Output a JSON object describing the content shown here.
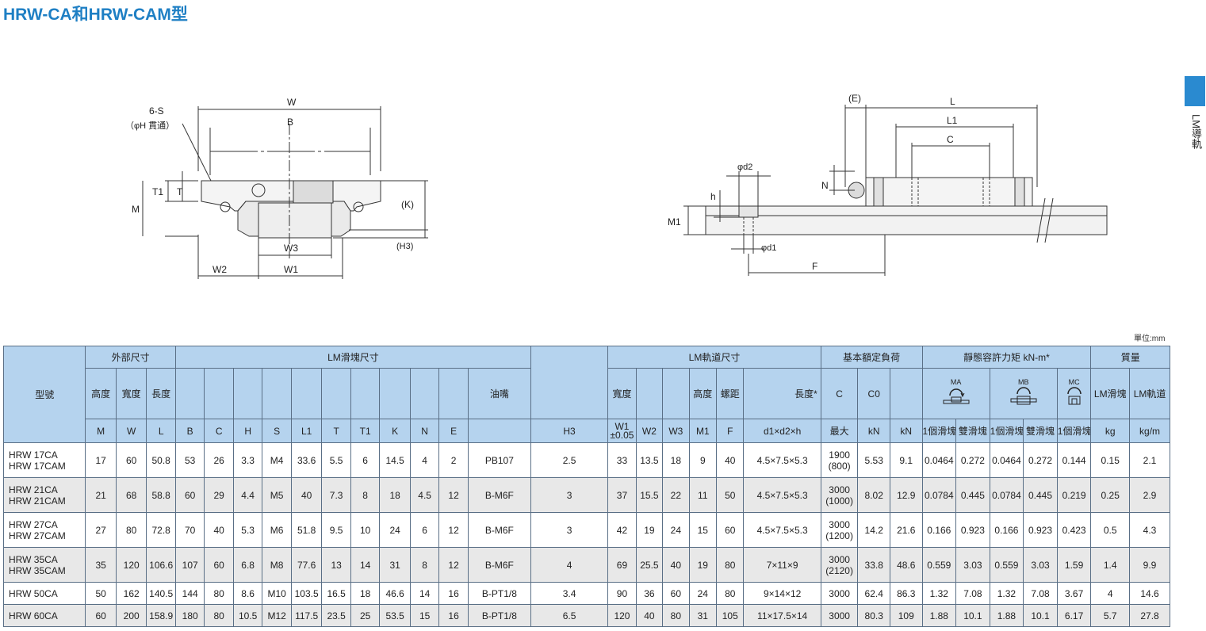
{
  "title": "HRW-CA和HRW-CAM型",
  "side_tab": "LM導軌",
  "unit": "單位:mm",
  "drawing_left": {
    "W": "W",
    "B": "B",
    "S": "6-S",
    "H_label": "（φH 貫通）",
    "T1": "T1",
    "T": "T",
    "M": "M",
    "K": "(K)",
    "H3": "(H3)",
    "W3": "W3",
    "W2": "W2",
    "W1": "W1"
  },
  "drawing_right": {
    "E": "(E)",
    "L": "L",
    "L1": "L1",
    "C": "C",
    "N": "N",
    "d2": "φd2",
    "h": "h",
    "M1": "M1",
    "d1": "φd1",
    "F": "F"
  },
  "headers": {
    "model": "型號",
    "outer": "外部尺寸",
    "block": "LM滑塊尺寸",
    "rail": "LM軌道尺寸",
    "load": "基本額定負荷",
    "moment": "靜態容許力矩 kN-m*",
    "mass": "質量",
    "height": "高度",
    "width": "寬度",
    "length": "長度",
    "grease": "油嘴",
    "rail_width": "寬度",
    "rail_height": "高度",
    "pitch": "螺距",
    "max_len": "長度*",
    "max": "最大",
    "block_mass": "LM滑塊",
    "rail_mass": "LM軌道",
    "C": "C",
    "C0": "C0",
    "MA": "MA",
    "MB": "MB",
    "MC": "MC",
    "one_block": "1個滑塊",
    "double_block": "雙滑塊",
    "u_M": "M",
    "u_W": "W",
    "u_L": "L",
    "u_B": "B",
    "u_C": "C",
    "u_H": "H",
    "u_S": "S",
    "u_L1": "L1",
    "u_T": "T",
    "u_T1": "T1",
    "u_K": "K",
    "u_N": "N",
    "u_E": "E",
    "u_H3": "H3",
    "u_W1": "W1",
    "u_tol": "±0.05",
    "u_W2": "W2",
    "u_W3": "W3",
    "u_M1": "M1",
    "u_F": "F",
    "u_d": "d1×d2×h",
    "u_kN1": "kN",
    "u_kN2": "kN",
    "u_kg": "kg",
    "u_kgm": "kg/m"
  },
  "rows": [
    {
      "model": [
        "HRW 17CA",
        "HRW 17CAM"
      ],
      "M": "17",
      "W": "60",
      "L": "50.8",
      "B": "53",
      "C": "26",
      "H": "3.3",
      "S": "M4",
      "L1": "33.6",
      "T": "5.5",
      "T1": "6",
      "K": "14.5",
      "N": "4",
      "E": "2",
      "grease": "PB107",
      "H3": "2.5",
      "W1": "33",
      "W2": "13.5",
      "W3": "18",
      "M1": "9",
      "F": "40",
      "d": "4.5×7.5×5.3",
      "Lmax": [
        "1900",
        "(800)"
      ],
      "Cd": "5.53",
      "C0": "9.1",
      "MA1": "0.0464",
      "MA2": "0.272",
      "MB1": "0.0464",
      "MB2": "0.272",
      "MC1": "0.144",
      "mb": "0.15",
      "mr": "2.1"
    },
    {
      "model": [
        "HRW 21CA",
        "HRW 21CAM"
      ],
      "M": "21",
      "W": "68",
      "L": "58.8",
      "B": "60",
      "C": "29",
      "H": "4.4",
      "S": "M5",
      "L1": "40",
      "T": "7.3",
      "T1": "8",
      "K": "18",
      "N": "4.5",
      "E": "12",
      "grease": "B-M6F",
      "H3": "3",
      "W1": "37",
      "W2": "15.5",
      "W3": "22",
      "M1": "11",
      "F": "50",
      "d": "4.5×7.5×5.3",
      "Lmax": [
        "3000",
        "(1000)"
      ],
      "Cd": "8.02",
      "C0": "12.9",
      "MA1": "0.0784",
      "MA2": "0.445",
      "MB1": "0.0784",
      "MB2": "0.445",
      "MC1": "0.219",
      "mb": "0.25",
      "mr": "2.9"
    },
    {
      "model": [
        "HRW 27CA",
        "HRW 27CAM"
      ],
      "M": "27",
      "W": "80",
      "L": "72.8",
      "B": "70",
      "C": "40",
      "H": "5.3",
      "S": "M6",
      "L1": "51.8",
      "T": "9.5",
      "T1": "10",
      "K": "24",
      "N": "6",
      "E": "12",
      "grease": "B-M6F",
      "H3": "3",
      "W1": "42",
      "W2": "19",
      "W3": "24",
      "M1": "15",
      "F": "60",
      "d": "4.5×7.5×5.3",
      "Lmax": [
        "3000",
        "(1200)"
      ],
      "Cd": "14.2",
      "C0": "21.6",
      "MA1": "0.166",
      "MA2": "0.923",
      "MB1": "0.166",
      "MB2": "0.923",
      "MC1": "0.423",
      "mb": "0.5",
      "mr": "4.3"
    },
    {
      "model": [
        "HRW 35CA",
        "HRW 35CAM"
      ],
      "M": "35",
      "W": "120",
      "L": "106.6",
      "B": "107",
      "C": "60",
      "H": "6.8",
      "S": "M8",
      "L1": "77.6",
      "T": "13",
      "T1": "14",
      "K": "31",
      "N": "8",
      "E": "12",
      "grease": "B-M6F",
      "H3": "4",
      "W1": "69",
      "W2": "25.5",
      "W3": "40",
      "M1": "19",
      "F": "80",
      "d": "7×11×9",
      "Lmax": [
        "3000",
        "(2120)"
      ],
      "Cd": "33.8",
      "C0": "48.6",
      "MA1": "0.559",
      "MA2": "3.03",
      "MB1": "0.559",
      "MB2": "3.03",
      "MC1": "1.59",
      "mb": "1.4",
      "mr": "9.9"
    },
    {
      "model": [
        "HRW 50CA"
      ],
      "M": "50",
      "W": "162",
      "L": "140.5",
      "B": "144",
      "C": "80",
      "H": "8.6",
      "S": "M10",
      "L1": "103.5",
      "T": "16.5",
      "T1": "18",
      "K": "46.6",
      "N": "14",
      "E": "16",
      "grease": "B-PT1/8",
      "H3": "3.4",
      "W1": "90",
      "W2": "36",
      "W3": "60",
      "M1": "24",
      "F": "80",
      "d": "9×14×12",
      "Lmax": [
        "3000"
      ],
      "Cd": "62.4",
      "C0": "86.3",
      "MA1": "1.32",
      "MA2": "7.08",
      "MB1": "1.32",
      "MB2": "7.08",
      "MC1": "3.67",
      "mb": "4",
      "mr": "14.6"
    },
    {
      "model": [
        "HRW 60CA"
      ],
      "M": "60",
      "W": "200",
      "L": "158.9",
      "B": "180",
      "C": "80",
      "H": "10.5",
      "S": "M12",
      "L1": "117.5",
      "T": "23.5",
      "T1": "25",
      "K": "53.5",
      "N": "15",
      "E": "16",
      "grease": "B-PT1/8",
      "H3": "6.5",
      "W1": "120",
      "W2": "40",
      "W3": "80",
      "M1": "31",
      "F": "105",
      "d": "11×17.5×14",
      "Lmax": [
        "3000"
      ],
      "Cd": "80.3",
      "C0": "109",
      "MA1": "1.88",
      "MA2": "10.1",
      "MB1": "1.88",
      "MB2": "10.1",
      "MC1": "6.17",
      "mb": "5.7",
      "mr": "27.8"
    }
  ]
}
